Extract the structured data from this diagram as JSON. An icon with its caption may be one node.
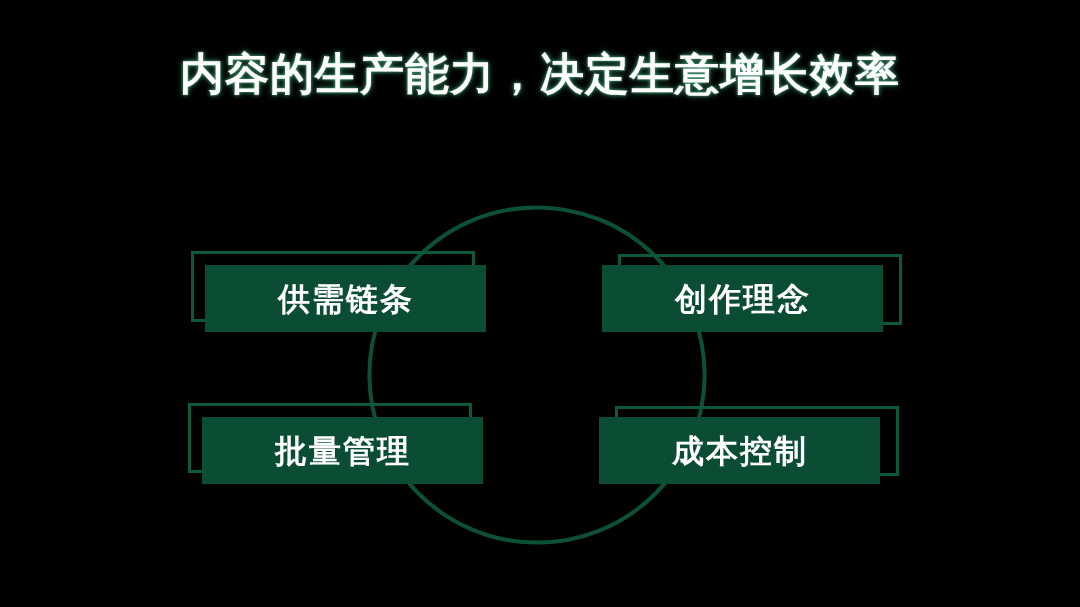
{
  "diagram": {
    "title": "内容的生产能力，决定生意增长效率",
    "nodes": [
      {
        "text": [],
        "shape": "circle"
      },
      {
        "text": [
          "供需链条"
        ]
      },
      {
        "text": [
          "创作理念"
        ]
      },
      {
        "text": [
          "批量管理"
        ]
      },
      {
        "text": [
          "成本控制"
        ]
      }
    ]
  }
}
